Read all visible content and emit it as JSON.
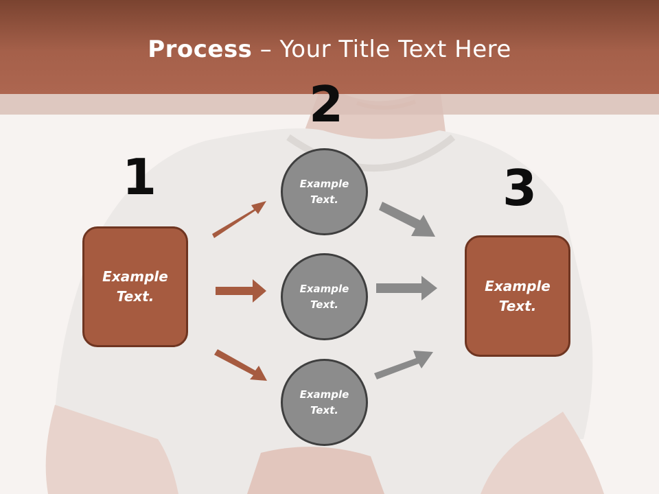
{
  "title": {
    "bold": "Process",
    "rest": " – Your Title Text Here"
  },
  "steps": {
    "one": "1",
    "two": "2",
    "three": "3"
  },
  "left_box": {
    "line1": "Example",
    "line2": "Text."
  },
  "right_box": {
    "line1": "Example",
    "line2": "Text."
  },
  "circles": [
    {
      "line1": "Example",
      "line2": "Text."
    },
    {
      "line1": "Example",
      "line2": "Text."
    },
    {
      "line1": "Example",
      "line2": "Text."
    }
  ],
  "colors": {
    "header": "#a5604a",
    "box": "#a65b40",
    "circle": "#8c8c8c",
    "arrow_brown": "#a65b40",
    "arrow_gray": "#8a8a8a"
  },
  "icons": [
    "arrow-right-icon"
  ]
}
